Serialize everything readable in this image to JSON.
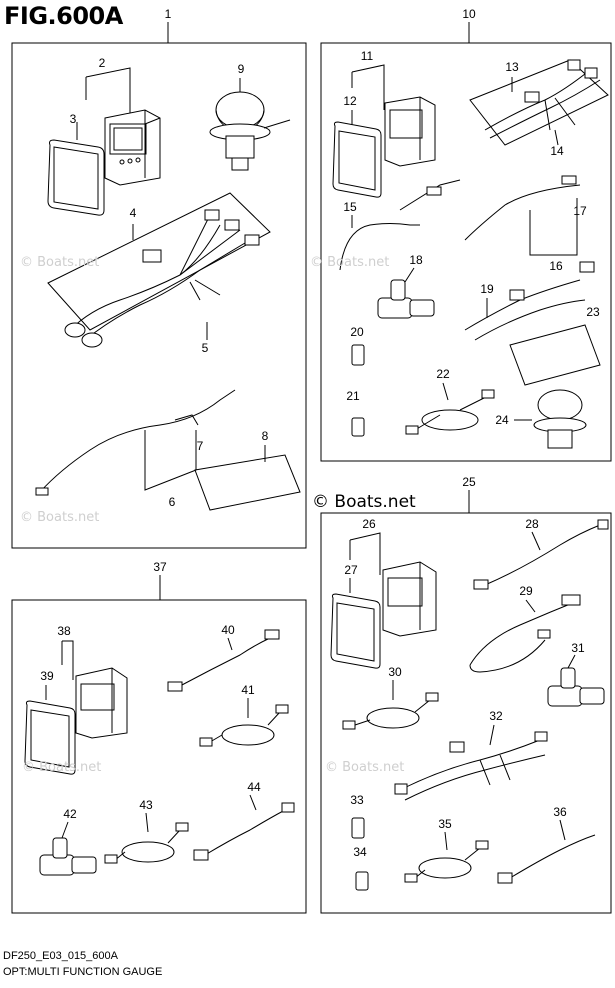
{
  "figure": {
    "title": "FIG.600A",
    "footer_code": "DF250_E03_015_600A",
    "footer_caption": "OPT:MULTI FUNCTION GAUGE"
  },
  "watermarks": {
    "faint": "© Boats.net",
    "bold": "© Boats.net"
  },
  "callouts": [
    "1",
    "2",
    "3",
    "4",
    "5",
    "6",
    "7",
    "8",
    "9",
    "10",
    "11",
    "12",
    "13",
    "14",
    "15",
    "16",
    "17",
    "18",
    "19",
    "20",
    "21",
    "22",
    "23",
    "24",
    "25",
    "26",
    "27",
    "28",
    "29",
    "30",
    "31",
    "32",
    "33",
    "34",
    "35",
    "36",
    "37",
    "38",
    "39",
    "40",
    "41",
    "42",
    "43",
    "44"
  ]
}
